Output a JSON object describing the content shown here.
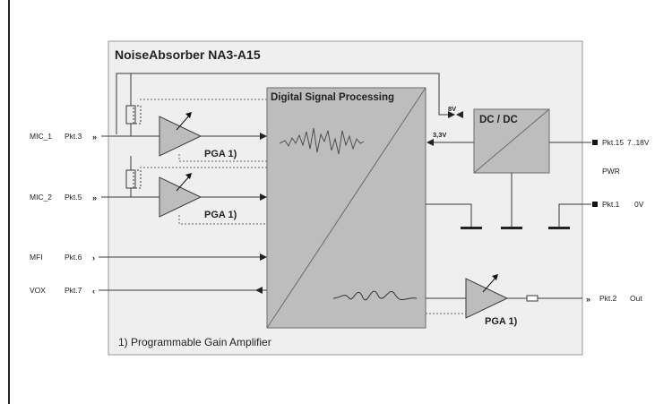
{
  "title": "NoiseAbsorber NA3-A15",
  "dsp_label": "Digital Signal Processing",
  "dcdc_label": "DC / DC",
  "footnote": "1) Programmable Gain Amplifier",
  "pga_label": "PGA 1)",
  "voltage_8v": "8V",
  "voltage_3v3": "3,3V",
  "pwr_label": "PWR",
  "inputs": [
    {
      "name": "MIC_1",
      "pin": "Pkt.3"
    },
    {
      "name": "MIC_2",
      "pin": "Pkt.5"
    },
    {
      "name": "MFI",
      "pin": "Pkt.6"
    },
    {
      "name": "VOX",
      "pin": "Pkt.7"
    }
  ],
  "outputs": [
    {
      "pin": "Pkt.15",
      "desc": "7..18V"
    },
    {
      "pin": "Pkt.1",
      "desc": "0V"
    },
    {
      "pin": "Pkt.2",
      "desc": "Out"
    }
  ],
  "colors": {
    "panel": "#efefef",
    "block": "#bdbdbd",
    "border": "#9a9a9a",
    "line": "#3a3a3a",
    "dotted": "#666666"
  }
}
